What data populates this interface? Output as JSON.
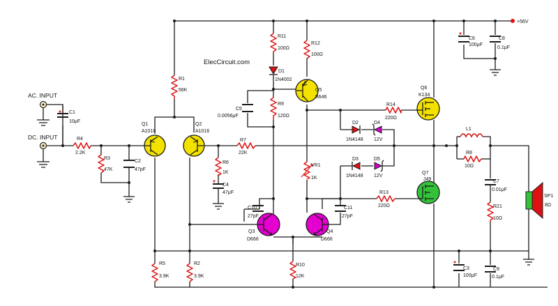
{
  "title": "ElecCircuit.com",
  "supply": "+56V",
  "inputs": {
    "ac": "AC. INPUT",
    "dc": "DC. INPUT"
  },
  "speaker": {
    "ref": "SP1",
    "value": "8Ω"
  },
  "resistors": [
    {
      "ref": "R1",
      "value": "56K"
    },
    {
      "ref": "R2",
      "value": "3.9K"
    },
    {
      "ref": "R3",
      "value": "47K"
    },
    {
      "ref": "R4",
      "value": "2.2K"
    },
    {
      "ref": "R5",
      "value": "3.9K"
    },
    {
      "ref": "R6",
      "value": "1K"
    },
    {
      "ref": "R7",
      "value": "22K"
    },
    {
      "ref": "R8",
      "value": "10Ω"
    },
    {
      "ref": "R9",
      "value": "120Ω"
    },
    {
      "ref": "R10",
      "value": "12K"
    },
    {
      "ref": "R11",
      "value": "100Ω"
    },
    {
      "ref": "R12",
      "value": "100Ω"
    },
    {
      "ref": "R13",
      "value": "220Ω"
    },
    {
      "ref": "R14",
      "value": "220Ω"
    },
    {
      "ref": "R21",
      "value": "10Ω"
    }
  ],
  "capacitors": [
    {
      "ref": "C1",
      "value": "10μF"
    },
    {
      "ref": "C2",
      "value": "47pF"
    },
    {
      "ref": "C3",
      "value": "100μF"
    },
    {
      "ref": "C4",
      "value": "47μF"
    },
    {
      "ref": "C5",
      "value": "0.0056μF"
    },
    {
      "ref": "C6",
      "value": "100μF"
    },
    {
      "ref": "C7",
      "value": "0.01μF"
    },
    {
      "ref": "C8",
      "value": "0.1μF"
    },
    {
      "ref": "C9",
      "value": "0.1μF"
    },
    {
      "ref": "C10",
      "value": "27pF"
    },
    {
      "ref": "C11",
      "value": "27pF"
    }
  ],
  "diodes": [
    {
      "ref": "D1",
      "value": "1N4002"
    },
    {
      "ref": "D2",
      "value": "1N4148"
    },
    {
      "ref": "D3",
      "value": "1N4148"
    },
    {
      "ref": "D4",
      "value": "12V"
    },
    {
      "ref": "D5",
      "value": "12V"
    }
  ],
  "transistors": [
    {
      "ref": "Q1",
      "value": "A1016"
    },
    {
      "ref": "Q2",
      "value": "A1016"
    },
    {
      "ref": "Q3",
      "value": "D666"
    },
    {
      "ref": "Q4",
      "value": "D666"
    },
    {
      "ref": "Q5",
      "value": "B646"
    },
    {
      "ref": "Q6",
      "value": "K134"
    },
    {
      "ref": "Q7",
      "value": "J49"
    }
  ],
  "others": {
    "inductor": "L1",
    "trimmer": {
      "ref": "VR1",
      "value": "1K"
    }
  }
}
